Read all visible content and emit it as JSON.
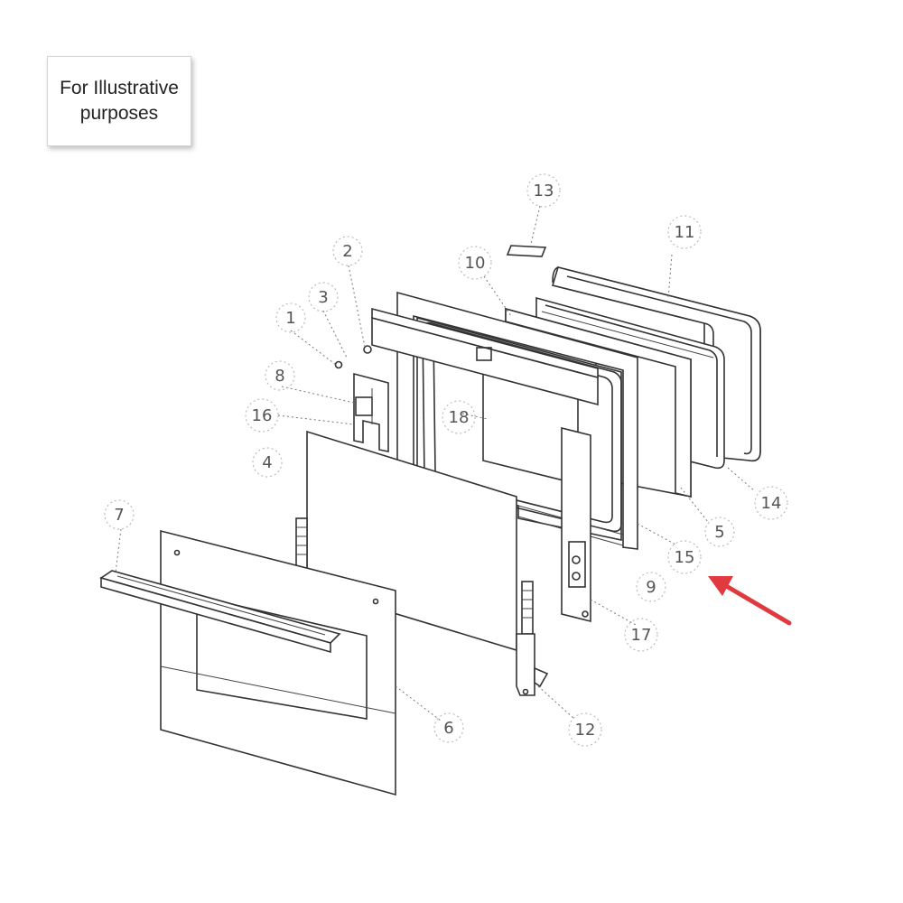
{
  "note": {
    "line1": "For Illustrative",
    "line2": "purposes"
  },
  "callouts": [
    {
      "label": "1"
    },
    {
      "label": "2"
    },
    {
      "label": "3"
    },
    {
      "label": "4"
    },
    {
      "label": "5"
    },
    {
      "label": "6"
    },
    {
      "label": "7"
    },
    {
      "label": "8"
    },
    {
      "label": "9"
    },
    {
      "label": "10"
    },
    {
      "label": "11"
    },
    {
      "label": "12"
    },
    {
      "label": "13"
    },
    {
      "label": "14"
    },
    {
      "label": "15"
    },
    {
      "label": "16"
    },
    {
      "label": "17"
    },
    {
      "label": "18"
    }
  ],
  "colors": {
    "arrow": "#e0393e",
    "line": "#333333",
    "callout_text": "#555555"
  },
  "icons": {
    "pointer": "red-arrow-icon"
  }
}
